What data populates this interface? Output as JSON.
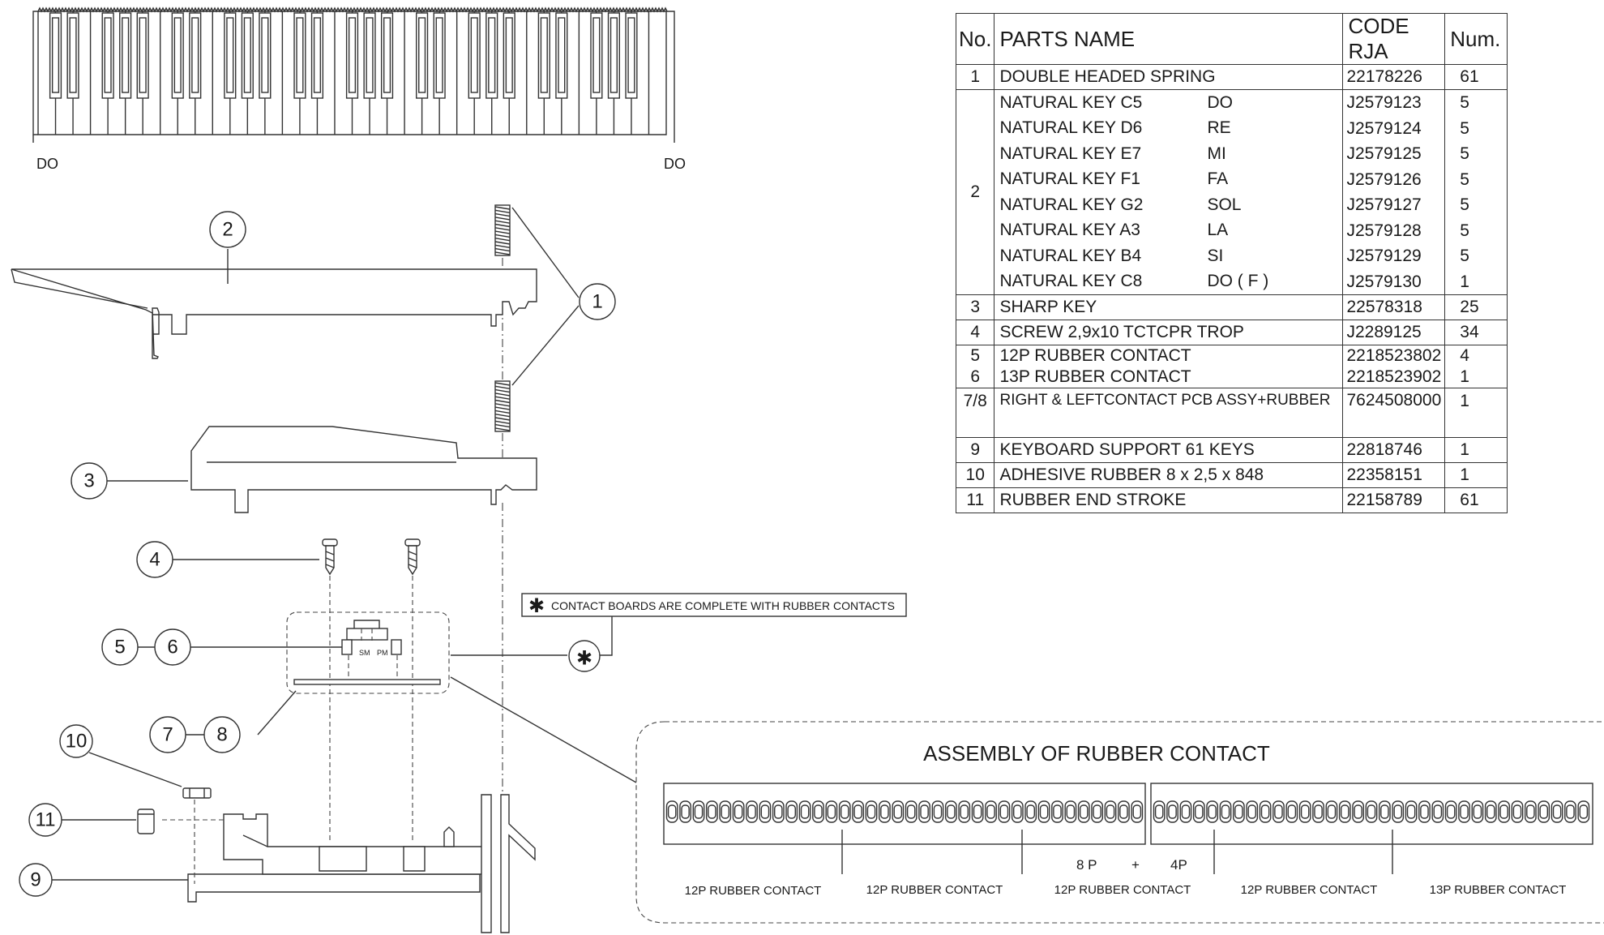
{
  "top_keyboard": {
    "left_label": "DO",
    "right_label": "DO"
  },
  "callouts": {
    "c1": "1",
    "c2": "2",
    "c3": "3",
    "c4": "4",
    "c5": "5",
    "c6": "6",
    "c7": "7",
    "c8": "8",
    "c9": "9",
    "c10": "10",
    "c11": "11"
  },
  "note": {
    "symbol": "✱",
    "text": "CONTACT BOARDS ARE COMPLETE WITH RUBBER CONTACTS"
  },
  "pcb_labels": {
    "sm": "SM",
    "pm": "PM"
  },
  "assembly": {
    "title": "ASSEMBLY OF RUBBER CONTACT",
    "split_label_a": "8 P",
    "split_plus": "+",
    "split_label_b": "4P",
    "labels": [
      "12P RUBBER CONTACT",
      "12P RUBBER CONTACT",
      "12P RUBBER CONTACT",
      "12P RUBBER CONTACT",
      "13P RUBBER CONTACT"
    ]
  },
  "table": {
    "headers": {
      "no": "No.",
      "name": "PARTS NAME",
      "code": "CODE RJA",
      "num": "Num."
    },
    "row1": {
      "no": "1",
      "name": "DOUBLE HEADED SPRING",
      "code": "22178226",
      "num": "61"
    },
    "row2": {
      "no": "2",
      "keys": [
        {
          "name": "NATURAL KEY C5",
          "note": "DO",
          "code": "J2579123",
          "num": "5"
        },
        {
          "name": "NATURAL KEY D6",
          "note": "RE",
          "code": "J2579124",
          "num": "5"
        },
        {
          "name": "NATURAL KEY E7",
          "note": "MI",
          "code": "J2579125",
          "num": "5"
        },
        {
          "name": "NATURAL KEY F1",
          "note": "FA",
          "code": "J2579126",
          "num": "5"
        },
        {
          "name": "NATURAL KEY G2",
          "note": "SOL",
          "code": "J2579127",
          "num": "5"
        },
        {
          "name": "NATURAL KEY A3",
          "note": "LA",
          "code": "J2579128",
          "num": "5"
        },
        {
          "name": "NATURAL KEY B4",
          "note": "SI",
          "code": "J2579129",
          "num": "5"
        },
        {
          "name": "NATURAL KEY C8",
          "note": "DO ( F )",
          "code": "J2579130",
          "num": "1"
        }
      ]
    },
    "row3": {
      "no": "3",
      "name": "SHARP KEY",
      "code": "22578318",
      "num": "25"
    },
    "row4": {
      "no": "4",
      "name": "SCREW 2,9x10 TCTCPR TROP",
      "code": "J2289125",
      "num": "34"
    },
    "row56": {
      "no_a": "5",
      "no_b": "6",
      "name_a": "12P RUBBER CONTACT",
      "name_b": "13P RUBBER CONTACT",
      "code_a": "2218523802",
      "code_b": "2218523902",
      "num_a": "4",
      "num_b": "1"
    },
    "row78": {
      "no": "7/8",
      "name": "RIGHT & LEFTCONTACT PCB  ASSY+RUBBER",
      "code": "7624508000",
      "num": "1"
    },
    "row9": {
      "no": "9",
      "name": "KEYBOARD SUPPORT 61 KEYS",
      "code": "22818746",
      "num": "1"
    },
    "row10": {
      "no": "10",
      "name": "ADHESIVE RUBBER 8 x 2,5 x 848",
      "code": "22358151",
      "num": "1"
    },
    "row11": {
      "no": "11",
      "name": "RUBBER END STROKE",
      "code": "22158789",
      "num": "61"
    }
  }
}
